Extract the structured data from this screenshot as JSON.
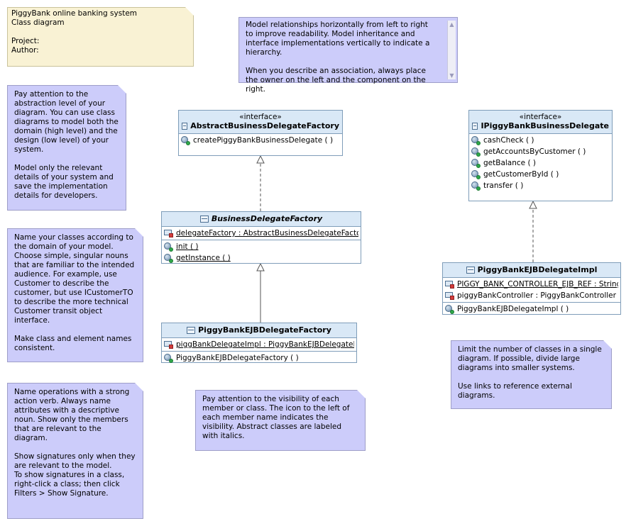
{
  "header_note": {
    "lines": "PiggyBank online banking system\nClass diagram\n\nProject:\nAuthor:"
  },
  "notes": {
    "relationships": [
      "Model relationships horizontally from left to right to improve readability. Model inheritance and interface implementations vertically to indicate a hierarchy.",
      "When you describe an association, always place the owner on the left and the component on the right."
    ],
    "abstraction": [
      "Pay attention to the abstraction level of your diagram. You can use class diagrams to model both the domain (high level) and the design (low level) of your system.",
      "Model only the relevant details of your system and save the implementation details for developers."
    ],
    "naming": [
      "Name your classes according to the domain of your model. Choose simple, singular nouns that are familiar to the intended audience. For example, use Customer to describe the customer, but use ICustomerTO to describe the more technical Customer transit object interface.",
      "Make class and element names consistent."
    ],
    "operations": [
      "Name operations with a strong action verb. Always name attributes with a descriptive noun. Show only the members that are relevant to the diagram.",
      "Show signatures only when they are relevant to the model.\nTo show signatures in a class, right-click a class; then click Filters > Show Signature."
    ],
    "visibility": [
      "Pay attention to the visibility of each member or class. The icon to the left of each member name indicates the visibility. Abstract classes are labeled with italics."
    ],
    "limit": [
      "Limit the number of classes in a single diagram. If possible, divide large diagrams into smaller systems.",
      "Use links to reference external diagrams."
    ]
  },
  "classes": {
    "abstract_factory": {
      "stereotype": "«interface»",
      "name": "AbstractBusinessDelegateFactory",
      "operations": [
        "createPiggyBankBusinessDelegate ( )"
      ]
    },
    "ipiggy_delegate": {
      "stereotype": "«interface»",
      "name": "IPiggyBankBusinessDelegate",
      "operations": [
        "cashCheck ( )",
        "getAccountsByCustomer ( )",
        "getBalance ( )",
        "getCustomerById ( )",
        "transfer ( )"
      ]
    },
    "business_factory": {
      "name": "BusinessDelegateFactory",
      "attributes": [
        "delegateFactory : AbstractBusinessDelegateFactor"
      ],
      "operations": [
        "init ( )",
        "getInstance ( )"
      ]
    },
    "ejb_impl": {
      "name": "PiggyBankEJBDelegateImpl",
      "attributes": [
        "PIGGY_BANK_CONTROLLER_EJB_REF : String",
        "piggyBankController : PiggyBankController"
      ],
      "operations": [
        "PiggyBankEJBDelegateImpl ( )"
      ]
    },
    "ejb_factory": {
      "name": "PiggyBankEJBDelegateFactory",
      "attributes": [
        "piggBankDelegateImpl : PiggyBankEJBDelegateImpl"
      ],
      "operations": [
        "PiggyBankEJBDelegateFactory ( )"
      ]
    }
  },
  "colors": {
    "note_fill": "#ccccfa",
    "header_note_fill": "#f9f2d4",
    "class_header": "#d9e8f6",
    "class_border": "#7f9db9"
  },
  "icons": {
    "class": "class-icon",
    "operation_public": "public-operation-icon",
    "attribute_private": "private-attribute-icon"
  }
}
